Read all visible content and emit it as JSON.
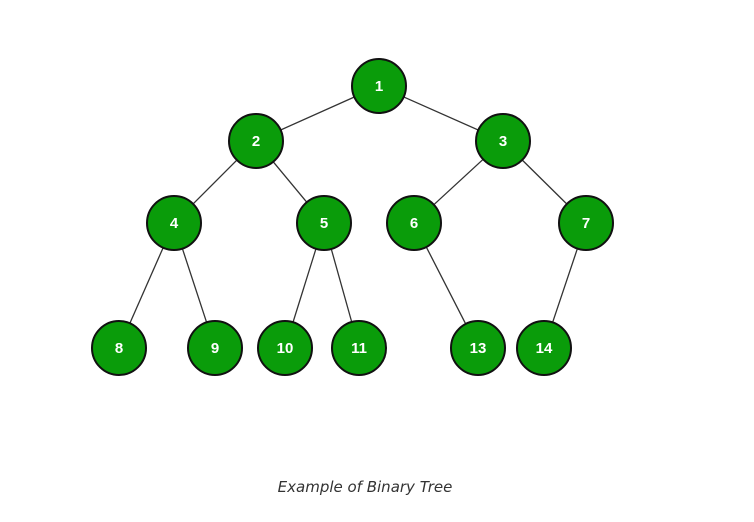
{
  "colors": {
    "node_fill": "#0a9c0a",
    "node_stroke": "#111111",
    "edge": "#333333",
    "label": "#ffffff"
  },
  "nodes": [
    {
      "id": "1",
      "label": "1"
    },
    {
      "id": "2",
      "label": "2"
    },
    {
      "id": "3",
      "label": "3"
    },
    {
      "id": "4",
      "label": "4"
    },
    {
      "id": "5",
      "label": "5"
    },
    {
      "id": "6",
      "label": "6"
    },
    {
      "id": "7",
      "label": "7"
    },
    {
      "id": "8",
      "label": "8"
    },
    {
      "id": "9",
      "label": "9"
    },
    {
      "id": "10",
      "label": "10"
    },
    {
      "id": "11",
      "label": "11"
    },
    {
      "id": "13",
      "label": "13"
    },
    {
      "id": "14",
      "label": "14"
    }
  ],
  "edges": [
    {
      "from": "1",
      "to": "2"
    },
    {
      "from": "1",
      "to": "3"
    },
    {
      "from": "2",
      "to": "4"
    },
    {
      "from": "2",
      "to": "5"
    },
    {
      "from": "3",
      "to": "6"
    },
    {
      "from": "3",
      "to": "7"
    },
    {
      "from": "4",
      "to": "8"
    },
    {
      "from": "4",
      "to": "9"
    },
    {
      "from": "5",
      "to": "10"
    },
    {
      "from": "5",
      "to": "11"
    },
    {
      "from": "6",
      "to": "13"
    },
    {
      "from": "7",
      "to": "14"
    }
  ],
  "caption": "Example of Binary Tree"
}
